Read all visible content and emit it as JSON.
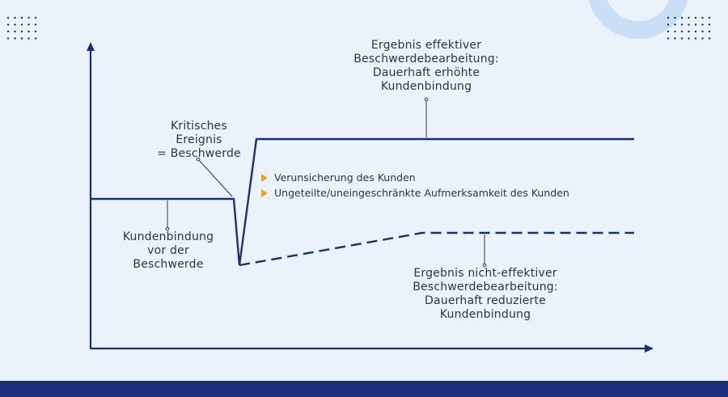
{
  "labels": {
    "critical_event": [
      "Kritisches",
      "Ereignis",
      "= Beschwerde"
    ],
    "retention_before": [
      "Kundenbindung",
      "vor der",
      "Beschwerde"
    ],
    "effective_result": [
      "Ergebnis effektiver",
      "Beschwerdebearbeitung:",
      "Dauerhaft erhöhte",
      "Kundenbindung"
    ],
    "ineffective_result": [
      "Ergebnis nicht-effektiver",
      "Beschwerdebearbeitung:",
      "Dauerhaft reduzierte",
      "Kundenbindung"
    ]
  },
  "bullets": [
    "Verunsicherung des Kunden",
    "Ungeteilte/uneingeschränkte Aufmerksamkeit des Kunden"
  ],
  "colors": {
    "background": "#eaf3fc",
    "line": "#1b2e7a",
    "accent": "#f0a020",
    "text": "#2e3440",
    "decor_circle": "#c7ddf7",
    "dots": "#1b2e7a"
  }
}
